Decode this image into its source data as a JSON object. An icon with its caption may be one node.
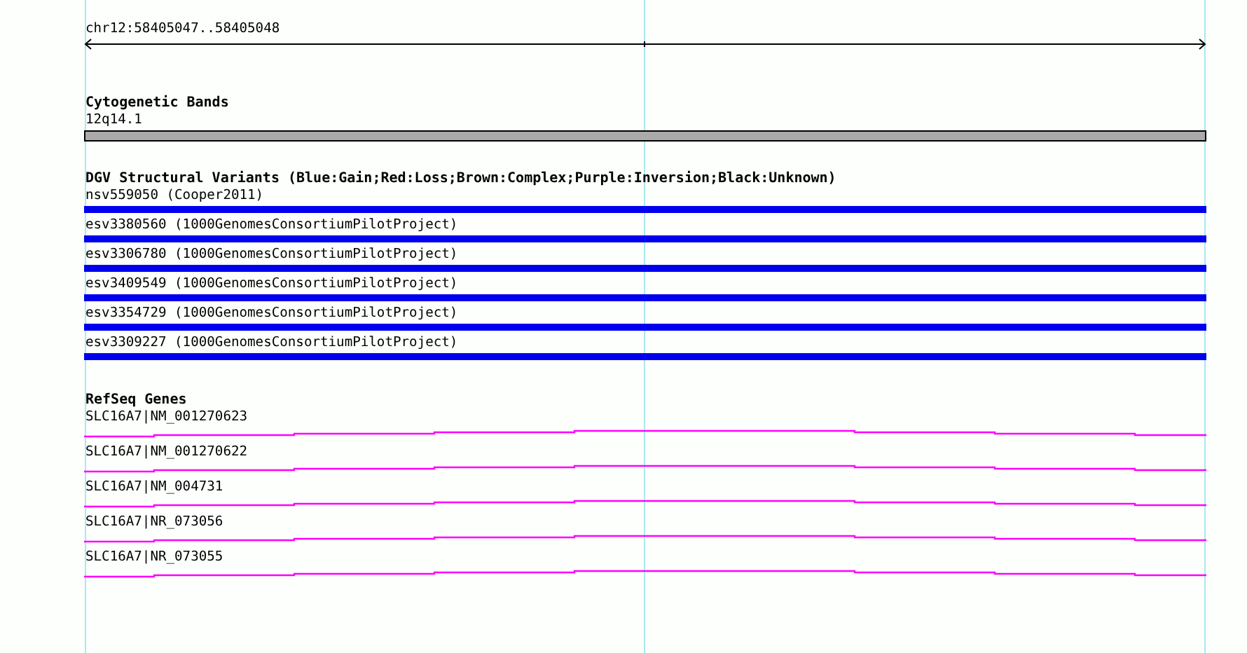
{
  "diagram": {
    "nodes": [
      {
        "text": [
          "12q14.1"
        ]
      },
      {
        "text": [
          "nsv559050 (Cooper2011)"
        ]
      },
      {
        "text": [
          "esv3380560 (1000GenomesConsortiumPilotProject)"
        ]
      },
      {
        "text": [
          "esv3306780 (1000GenomesConsortiumPilotProject)"
        ]
      },
      {
        "text": [
          "esv3409549 (1000GenomesConsortiumPilotProject)"
        ]
      },
      {
        "text": [
          "esv3354729 (1000GenomesConsortiumPilotProject)"
        ]
      },
      {
        "text": [
          "esv3309227 (1000GenomesConsortiumPilotProject)"
        ]
      },
      {
        "text": [
          "SLC16A7|NM_001270623"
        ]
      },
      {
        "text": [
          "SLC16A7|NM_001270622"
        ]
      },
      {
        "text": [
          "SLC16A7|NM_004731"
        ]
      },
      {
        "text": [
          "SLC16A7|NR_073056"
        ]
      },
      {
        "text": [
          "SLC16A7|NR_073055"
        ]
      }
    ],
    "labels": [
      "chr12:58405047..58405048",
      "Cytogenetic Bands",
      "DGV Structural Variants (Blue:Gain;Red:Loss;Brown:Complex;Purple:Inversion;Black:Unknown)",
      "RefSeq Genes"
    ]
  }
}
